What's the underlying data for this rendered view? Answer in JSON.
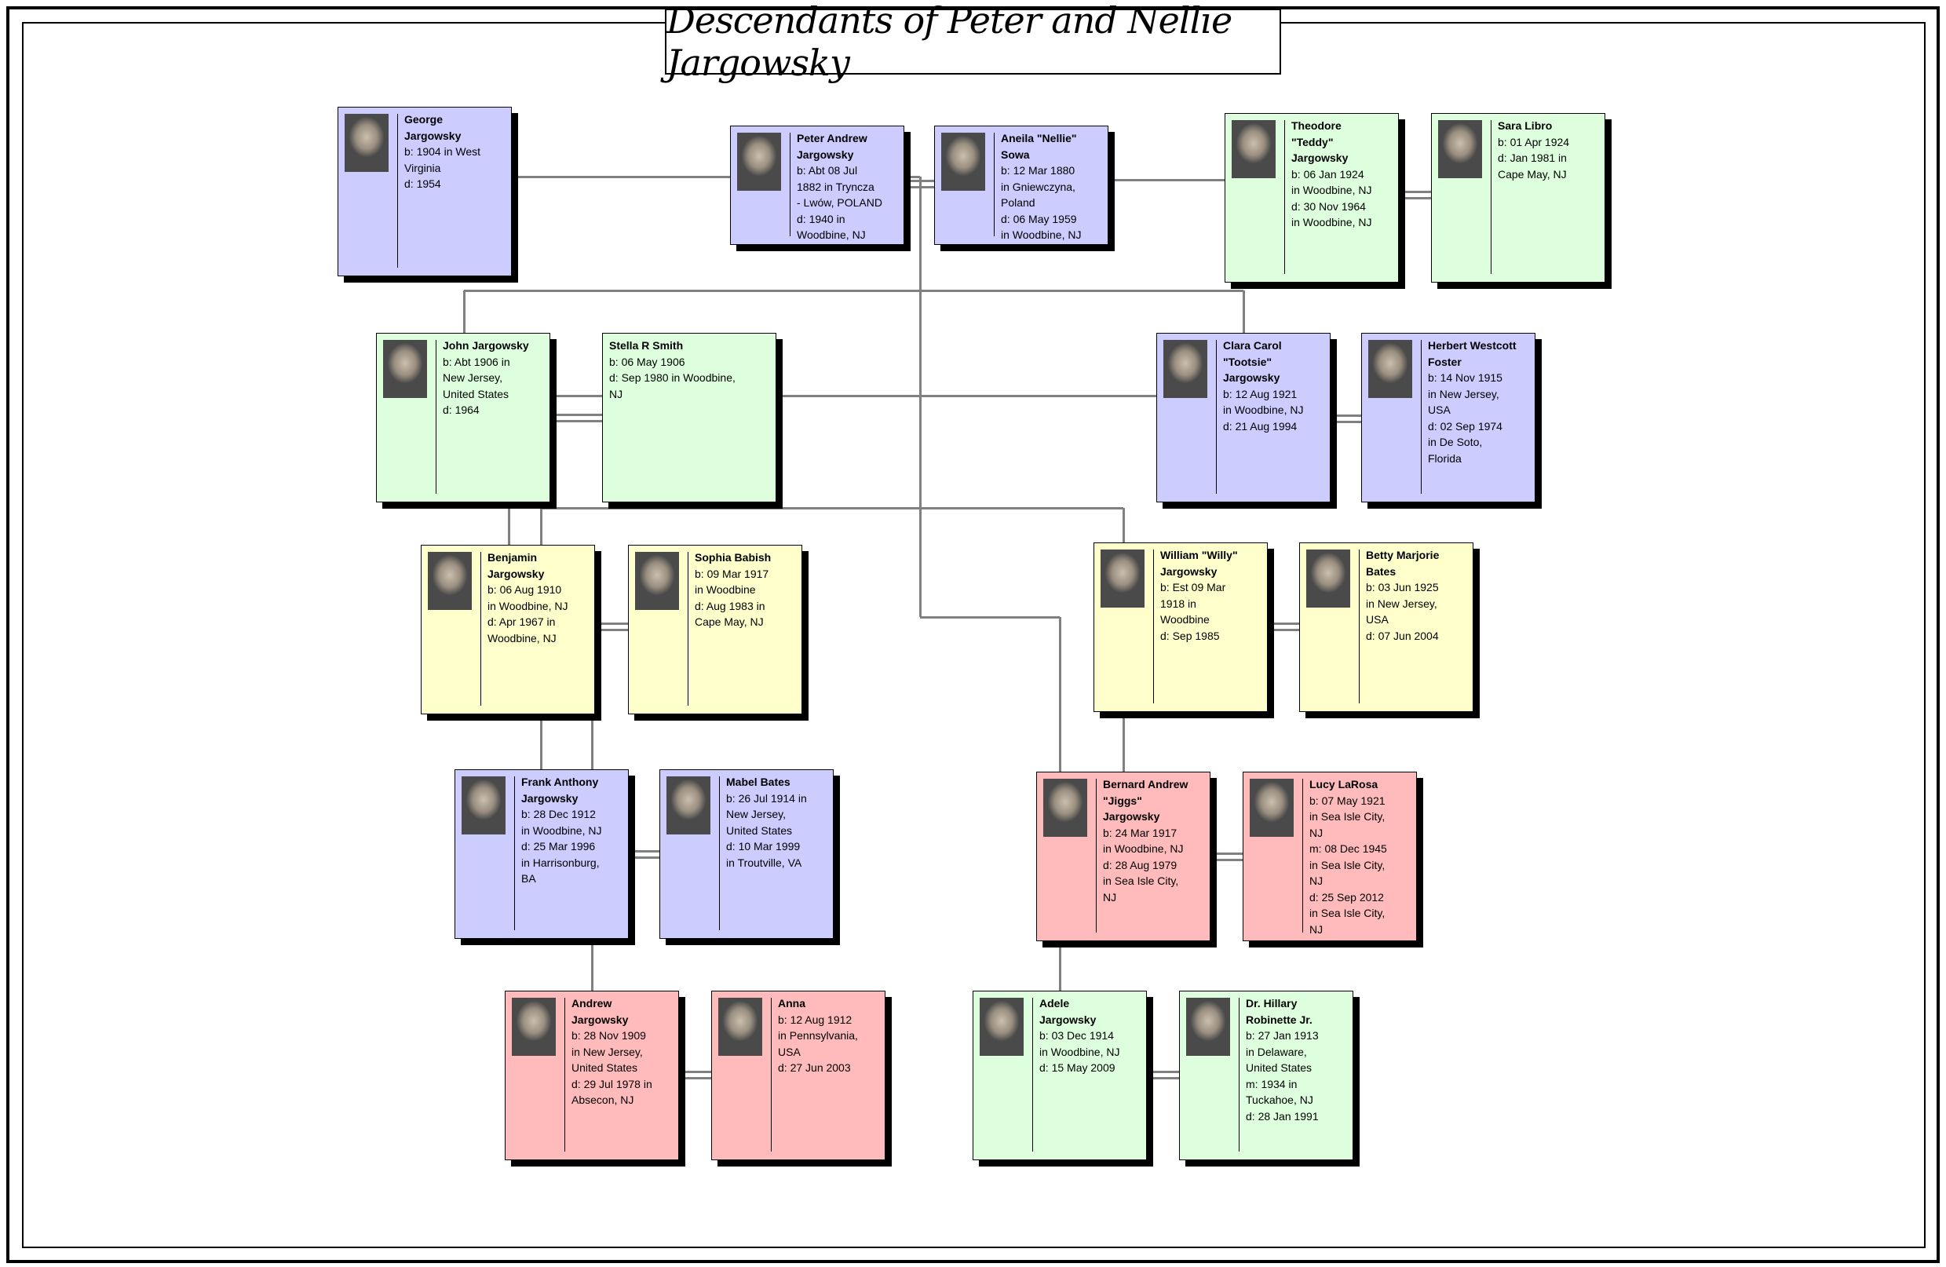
{
  "title": "Descendants of Peter and Nellie Jargowsky",
  "colors": {
    "blue": "#ccccff",
    "green": "#ddffdd",
    "yellow": "#ffffcc",
    "pink": "#ffbbbb",
    "connector": "#808080"
  },
  "people": [
    {
      "id": "george",
      "color": "#ccccff",
      "name": [
        "George",
        "Jargowsky"
      ],
      "details": [
        "b: 1904 in West",
        "Virginia",
        "d: 1954"
      ]
    },
    {
      "id": "peter",
      "color": "#ccccff",
      "name": [
        "Peter Andrew",
        "Jargowsky"
      ],
      "details": [
        "b: Abt 08 Jul",
        "1882 in Tryncza",
        "- Lwów, POLAND",
        "d: 1940 in",
        "Woodbine, NJ"
      ]
    },
    {
      "id": "aneila",
      "color": "#ccccff",
      "name": [
        "Aneila \"Nellie\"",
        "Sowa"
      ],
      "details": [
        "b: 12 Mar 1880",
        "in Gniewczyna,",
        "Poland",
        "d: 06 May 1959",
        "in Woodbine, NJ"
      ]
    },
    {
      "id": "theodore",
      "color": "#ddffdd",
      "name": [
        "Theodore",
        "\"Teddy\"",
        "Jargowsky"
      ],
      "details": [
        "b: 06 Jan 1924",
        "in Woodbine, NJ",
        "d: 30 Nov 1964",
        "in Woodbine, NJ"
      ]
    },
    {
      "id": "sara",
      "color": "#ddffdd",
      "name": [
        "Sara Libro"
      ],
      "details": [
        "b: 01 Apr 1924",
        "d: Jan 1981 in",
        "Cape May, NJ"
      ]
    },
    {
      "id": "john",
      "color": "#ddffdd",
      "name": [
        "John Jargowsky"
      ],
      "details": [
        "b: Abt 1906 in",
        "New Jersey,",
        "United States",
        "d: 1964"
      ]
    },
    {
      "id": "stella",
      "color": "#ddffdd",
      "name": [
        "Stella R Smith"
      ],
      "details": [
        "b: 06 May 1906",
        "d: Sep 1980 in Woodbine,",
        "NJ"
      ],
      "nophoto": true
    },
    {
      "id": "clara",
      "color": "#ccccff",
      "name": [
        "Clara Carol",
        "\"Tootsie\"",
        "Jargowsky"
      ],
      "details": [
        "b: 12 Aug 1921",
        "in Woodbine, NJ",
        "d: 21 Aug 1994"
      ]
    },
    {
      "id": "herbert",
      "color": "#ccccff",
      "name": [
        "Herbert Westcott",
        "Foster"
      ],
      "details": [
        "b: 14 Nov 1915",
        "in New Jersey,",
        "USA",
        "d: 02 Sep 1974",
        "in De Soto,",
        "Florida"
      ]
    },
    {
      "id": "benjamin",
      "color": "#ffffcc",
      "name": [
        "Benjamin",
        "Jargowsky"
      ],
      "details": [
        "b: 06 Aug 1910",
        "in Woodbine, NJ",
        "d: Apr 1967 in",
        "Woodbine, NJ"
      ]
    },
    {
      "id": "sophia",
      "color": "#ffffcc",
      "name": [
        "Sophia Babish"
      ],
      "details": [
        "b: 09 Mar 1917",
        "in Woodbine",
        "d: Aug 1983 in",
        "Cape May, NJ"
      ]
    },
    {
      "id": "william",
      "color": "#ffffcc",
      "name": [
        "William \"Willy\"",
        "Jargowsky"
      ],
      "details": [
        "b: Est 09 Mar",
        "1918 in",
        "Woodbine",
        "d: Sep 1985"
      ]
    },
    {
      "id": "betty",
      "color": "#ffffcc",
      "name": [
        "Betty Marjorie",
        "Bates"
      ],
      "details": [
        "b: 03 Jun 1925",
        "in New Jersey,",
        "USA",
        "d: 07 Jun 2004"
      ]
    },
    {
      "id": "frank",
      "color": "#ccccff",
      "name": [
        "Frank Anthony",
        "Jargowsky"
      ],
      "details": [
        "b: 28 Dec 1912",
        "in Woodbine, NJ",
        "d: 25 Mar 1996",
        "in Harrisonburg,",
        "BA"
      ]
    },
    {
      "id": "mabel",
      "color": "#ccccff",
      "name": [
        "Mabel Bates"
      ],
      "details": [
        "b: 26 Jul 1914 in",
        "New Jersey,",
        "United States",
        "d: 10 Mar 1999",
        "in Troutville, VA"
      ]
    },
    {
      "id": "bernard",
      "color": "#ffbbbb",
      "name": [
        "Bernard Andrew",
        "\"Jiggs\"",
        "Jargowsky"
      ],
      "details": [
        "b: 24 Mar 1917",
        "in Woodbine, NJ",
        "d: 28 Aug 1979",
        "in Sea Isle City,",
        "NJ"
      ]
    },
    {
      "id": "lucy",
      "color": "#ffbbbb",
      "name": [
        "Lucy LaRosa"
      ],
      "details": [
        "b: 07 May 1921",
        "in Sea Isle City,",
        "NJ",
        "m: 08 Dec 1945",
        "in Sea Isle City,",
        "NJ",
        "d: 25 Sep 2012",
        "in Sea Isle City,",
        "NJ"
      ]
    },
    {
      "id": "andrew",
      "color": "#ffbbbb",
      "name": [
        "Andrew",
        "Jargowsky"
      ],
      "details": [
        "b: 28 Nov 1909",
        "in New Jersey,",
        "United States",
        "d: 29 Jul 1978 in",
        "Absecon, NJ"
      ]
    },
    {
      "id": "anna",
      "color": "#ffbbbb",
      "name": [
        "Anna"
      ],
      "details": [
        "b: 12 Aug 1912",
        "in Pennsylvania,",
        "USA",
        "d: 27 Jun 2003"
      ]
    },
    {
      "id": "adele",
      "color": "#ddffdd",
      "name": [
        "Adele",
        "Jargowsky"
      ],
      "details": [
        "b: 03 Dec 1914",
        "in Woodbine, NJ",
        "d: 15 May 2009"
      ]
    },
    {
      "id": "hillary",
      "color": "#ddffdd",
      "name": [
        "Dr. Hillary",
        "Robinette Jr."
      ],
      "details": [
        "b: 27 Jan 1913",
        "in Delaware,",
        "United States",
        "m: 1934 in",
        "Tuckahoe, NJ",
        "d: 28 Jan 1991"
      ]
    }
  ]
}
